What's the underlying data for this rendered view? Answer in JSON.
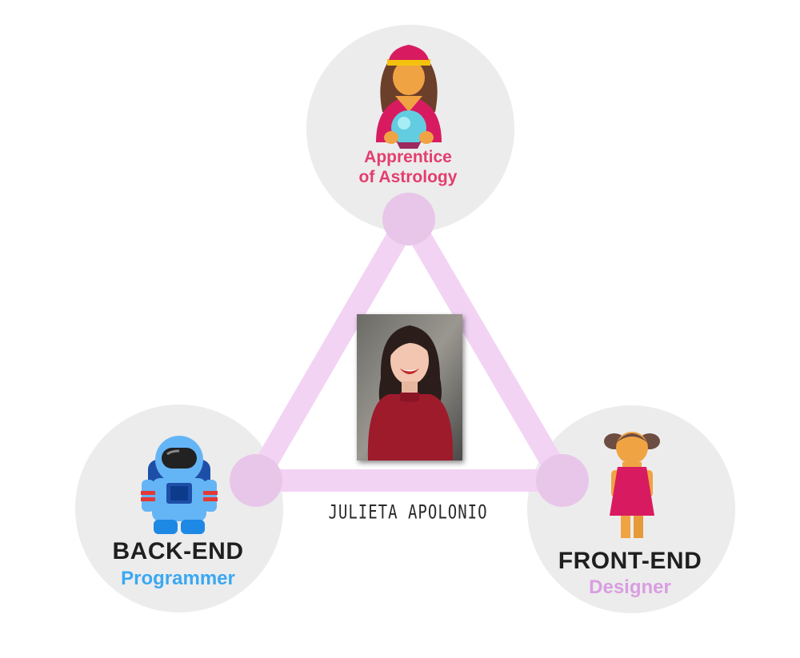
{
  "nodes": {
    "astrology": {
      "title_line1": "Apprentice",
      "title_line2": "of Astrology",
      "color": "#e33d6f",
      "icon": "fortune-teller-icon"
    },
    "backend": {
      "title": "BACK-END",
      "subtitle": "Programmer",
      "subtitle_color": "#3aa8f2",
      "icon": "astronaut-icon"
    },
    "frontend": {
      "title": "FRONT-END",
      "subtitle": "Designer",
      "subtitle_color": "#d99ee0",
      "icon": "girl-icon"
    }
  },
  "person": {
    "name": "JULIETA APOLONIO",
    "photo": "portrait-photo"
  },
  "colors": {
    "circle": "#ececec",
    "triangle": "#f3d3f4",
    "joint": "#e8c6e9"
  }
}
